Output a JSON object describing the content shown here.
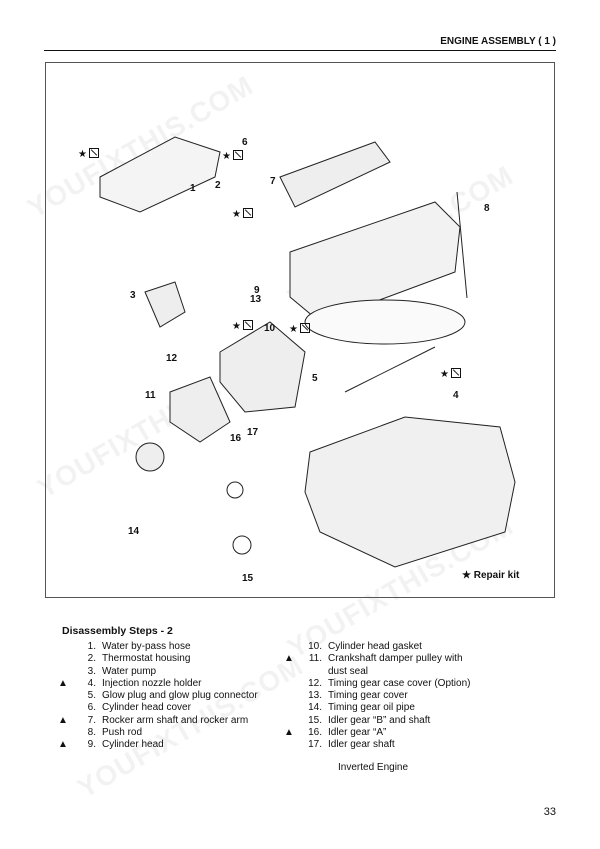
{
  "header": {
    "title": "ENGINE ASSEMBLY ( 1 )"
  },
  "watermark": "YOUFIXTHIS.COM",
  "diagram": {
    "callouts": [
      "1",
      "2",
      "3",
      "4",
      "5",
      "6",
      "7",
      "8",
      "9",
      "10",
      "11",
      "12",
      "13",
      "14",
      "15",
      "16",
      "17"
    ],
    "repair_kit_label": "Repair kit",
    "star": "★"
  },
  "steps": {
    "title": "Disassembly Steps - 2",
    "marker": "▲",
    "left": [
      {
        "num": "1.",
        "text": "Water by-pass hose",
        "mark": ""
      },
      {
        "num": "2.",
        "text": "Thermostat housing",
        "mark": ""
      },
      {
        "num": "3.",
        "text": "Water pump",
        "mark": ""
      },
      {
        "num": "4.",
        "text": "Injection nozzle holder",
        "mark": "▲"
      },
      {
        "num": "5.",
        "text": "Glow plug and glow plug connector",
        "mark": ""
      },
      {
        "num": "6.",
        "text": "Cylinder head cover",
        "mark": ""
      },
      {
        "num": "7.",
        "text": "Rocker arm shaft and rocker arm",
        "mark": "▲"
      },
      {
        "num": "8.",
        "text": "Push rod",
        "mark": ""
      },
      {
        "num": "9.",
        "text": "Cylinder head",
        "mark": "▲"
      }
    ],
    "right": [
      {
        "num": "10.",
        "text": "Cylinder head gasket",
        "mark": ""
      },
      {
        "num": "11.",
        "text": "Crankshaft damper pulley with",
        "mark": "▲"
      },
      {
        "num": "",
        "text": "dust seal",
        "mark": ""
      },
      {
        "num": "12.",
        "text": "Timing gear case cover (Option)",
        "mark": ""
      },
      {
        "num": "13.",
        "text": "Timing gear cover",
        "mark": ""
      },
      {
        "num": "14.",
        "text": "Timing gear oil pipe",
        "mark": ""
      },
      {
        "num": "15.",
        "text": "Idler gear “B” and shaft",
        "mark": ""
      },
      {
        "num": "16.",
        "text": "Idler gear “A”",
        "mark": "▲"
      },
      {
        "num": "17.",
        "text": "Idler gear shaft",
        "mark": ""
      }
    ],
    "note": "Inverted Engine"
  },
  "page_number": "33"
}
